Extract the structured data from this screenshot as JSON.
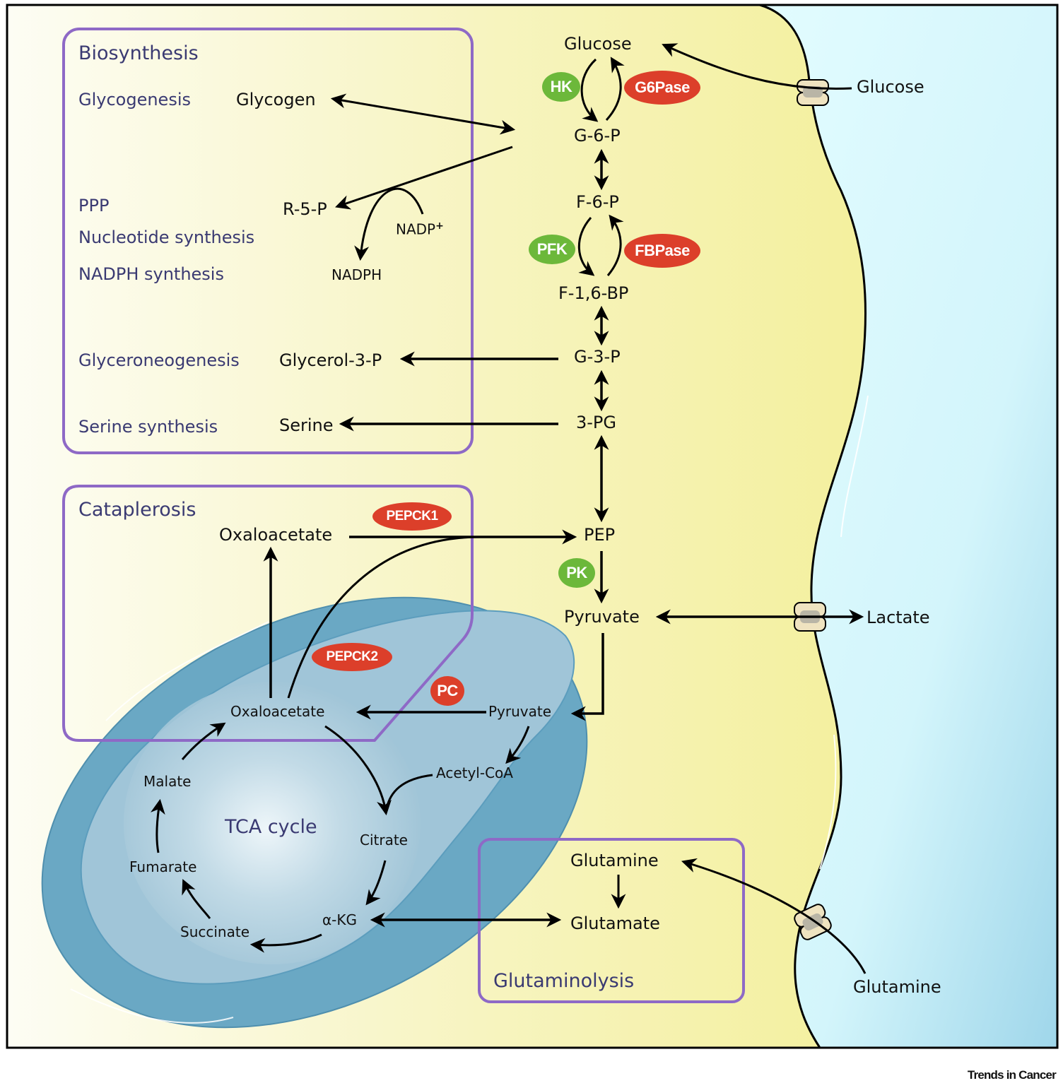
{
  "boxes": {
    "biosynthesis": "Biosynthesis",
    "cataplerosis": "Cataplerosis",
    "glutaminolysis": "Glutaminolysis"
  },
  "processes": {
    "glycogenesis": "Glycogenesis",
    "ppp": "PPP",
    "nucleotide": "Nucleotide synthesis",
    "nadph_synth": "NADPH synthesis",
    "glyceroneogenesis": "Glyceroneogenesis",
    "serine_synth": "Serine synthesis"
  },
  "metabolites": {
    "glucose": "Glucose",
    "g6p": "G-6-P",
    "f6p": "F-6-P",
    "f16bp": "F-1,6-BP",
    "g3p": "G-3-P",
    "pg3": "3-PG",
    "pep": "PEP",
    "pyruvate": "Pyruvate",
    "glycogen": "Glycogen",
    "r5p": "R-5-P",
    "nadp": "NADP",
    "nadp_sup": "+",
    "nadph": "NADPH",
    "glycerol3p": "Glycerol-3-P",
    "serine": "Serine",
    "oaa_cyto": "Oxaloacetate",
    "oaa_mito": "Oxaloacetate",
    "pyruvate_mito": "Pyruvate",
    "acetylcoa": "Acetyl-CoA",
    "citrate": "Citrate",
    "akg": "α-KG",
    "succinate": "Succinate",
    "fumarate": "Fumarate",
    "malate": "Malate",
    "tca": "TCA cycle",
    "glutamine_in": "Glutamine",
    "glutamate": "Glutamate"
  },
  "extracellular": {
    "glucose": "Glucose",
    "lactate": "Lactate",
    "glutamine": "Glutamine"
  },
  "enzymes": {
    "hk": "HK",
    "g6pase": "G6Pase",
    "pfk": "PFK",
    "fbpase": "FBPase",
    "pk": "PK",
    "pepck1": "PEPCK1",
    "pepck2": "PEPCK2",
    "pc": "PC"
  },
  "colors": {
    "glycolytic_enzyme": "#6cb83a",
    "gluconeogenic_enzyme": "#dc3f2a",
    "box_border": "#8e69c6",
    "cytoplasm": "#f6f3a6",
    "extracellular": "#dcfbff",
    "mitochondrion": "#6aa8c4"
  },
  "credit": "Trends in Cancer"
}
